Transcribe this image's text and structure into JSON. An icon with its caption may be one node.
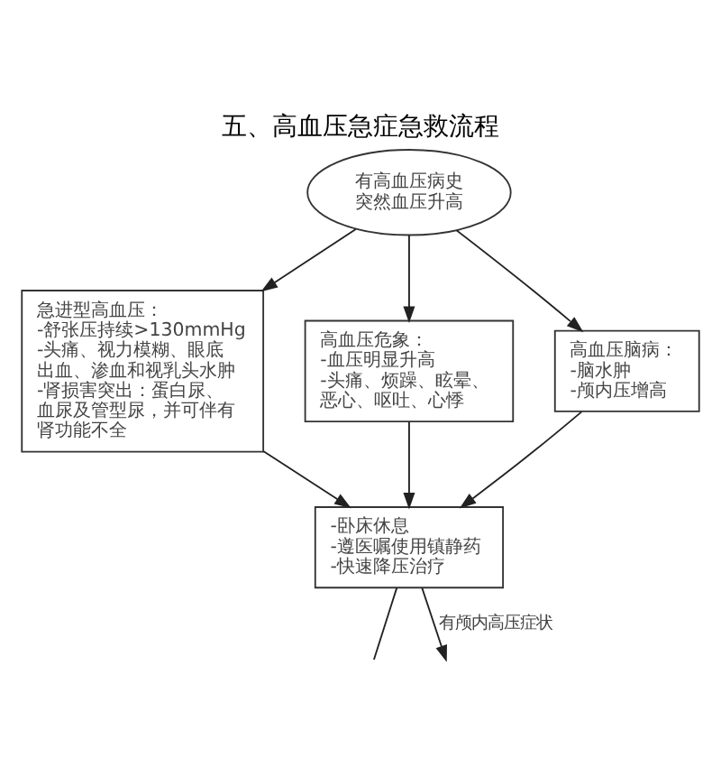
{
  "diagram": {
    "title": "五、高血压急症急救流程",
    "nodes": [
      {
        "text": [
          "有高血压病史",
          "突然血压升高"
        ]
      },
      {
        "text": [
          "急进型高血压：",
          "-舒张压持续>130mmHg",
          "-头痛、视力模糊、眼底出血、渗血和视乳头水肿",
          "-肾损害突出：蛋白尿、血尿及管型尿，并可伴有肾功能不全"
        ]
      },
      {
        "text": [
          "高血压危象：",
          "-血压明显升高",
          "-头痛、烦躁、眩晕、恶心、呕吐、心悸"
        ]
      },
      {
        "text": [
          "高血压脑病：",
          "-脑水肿",
          "-颅内压增高"
        ]
      },
      {
        "text": [
          "-卧床休息",
          "-遵医嘱使用镇静药",
          "-快速降压治疗"
        ]
      }
    ],
    "edges": [
      {
        "from": 0,
        "to": 1,
        "arrow": "to"
      },
      {
        "from": 0,
        "to": 2,
        "arrow": "to"
      },
      {
        "from": 0,
        "to": 3,
        "arrow": "to"
      },
      {
        "from": 1,
        "to": 4,
        "arrow": "to"
      },
      {
        "from": 2,
        "to": 4,
        "arrow": "to"
      },
      {
        "from": 3,
        "to": 4,
        "arrow": "to"
      },
      {
        "from": 4,
        "to": null,
        "arrow": "none"
      },
      {
        "from": 4,
        "to": null,
        "arrow": "to",
        "label": "有颅内高压症状"
      }
    ]
  }
}
